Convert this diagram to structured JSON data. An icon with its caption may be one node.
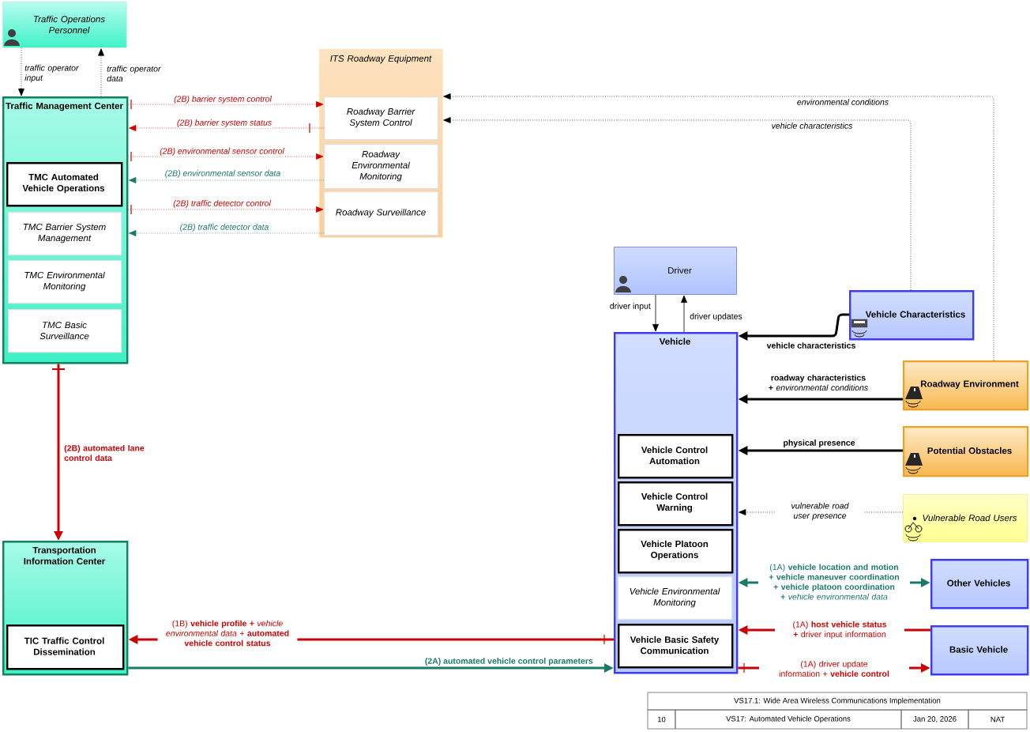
{
  "diagram": {
    "nodes": [
      {
        "text": [
          "Traffic Operations Personnel"
        ]
      },
      {
        "text": [
          "Traffic Management Center"
        ]
      },
      {
        "text": [
          "TMC Automated Vehicle Operations"
        ],
        "in": 1
      },
      {
        "text": [
          "TMC Barrier System Management"
        ],
        "in": 1
      },
      {
        "text": [
          "TMC Environmental Monitoring"
        ],
        "in": 1
      },
      {
        "text": [
          "TMC Basic Surveillance"
        ],
        "in": 1
      },
      {
        "text": [
          "ITS Roadway Equipment"
        ]
      },
      {
        "text": [
          "Roadway Barrier System Control"
        ],
        "in": 6
      },
      {
        "text": [
          "Roadway Environmental Monitoring"
        ],
        "in": 6
      },
      {
        "text": [
          "Roadway Surveillance"
        ],
        "in": 6
      },
      {
        "text": [
          "Driver"
        ]
      },
      {
        "text": [
          "Vehicle"
        ]
      },
      {
        "text": [
          "Vehicle Control Automation"
        ],
        "in": 11
      },
      {
        "text": [
          "Vehicle Control Warning"
        ],
        "in": 11
      },
      {
        "text": [
          "Vehicle Platoon Operations"
        ],
        "in": 11
      },
      {
        "text": [
          "Vehicle Environmental Monitoring"
        ],
        "in": 11
      },
      {
        "text": [
          "Vehicle Basic Safety Communication"
        ],
        "in": 11
      },
      {
        "text": [
          "Vehicle Characteristics"
        ]
      },
      {
        "text": [
          "Roadway Environment"
        ]
      },
      {
        "text": [
          "Potential Obstacles"
        ]
      },
      {
        "text": [
          "Vulnerable Road Users"
        ]
      },
      {
        "text": [
          "Other Vehicles"
        ]
      },
      {
        "text": [
          "Basic Vehicle"
        ]
      },
      {
        "text": [
          "Transportation Information Center"
        ]
      },
      {
        "text": [
          "TIC Traffic Control Dissemination"
        ],
        "in": 23
      }
    ],
    "edges": [
      {
        "from": 0,
        "to": 1,
        "arrow": "to",
        "label": "traffic operator input",
        "style": "dashed",
        "color": "#000000"
      },
      {
        "from": 1,
        "to": 0,
        "arrow": "to",
        "label": "traffic operator data",
        "style": "dashed",
        "color": "#000000"
      },
      {
        "from": 1,
        "to": 7,
        "arrow": "to",
        "label": "(2B) barrier system control",
        "style": "dashed",
        "color": "#cc0000"
      },
      {
        "from": 7,
        "to": 1,
        "arrow": "to",
        "label": "(2B) barrier system status",
        "style": "dashed",
        "color": "#cc0000"
      },
      {
        "from": 1,
        "to": 8,
        "arrow": "to",
        "label": "(2B) environmental sensor control",
        "style": "dashed",
        "color": "#cc0000"
      },
      {
        "from": 8,
        "to": 1,
        "arrow": "to",
        "label": "(2B) environmental sensor data",
        "style": "dashed",
        "color": "#1a7a6a"
      },
      {
        "from": 1,
        "to": 9,
        "arrow": "to",
        "label": "(2B) traffic detector control",
        "style": "dashed",
        "color": "#cc0000"
      },
      {
        "from": 9,
        "to": 1,
        "arrow": "to",
        "label": "(2B) traffic detector data",
        "style": "dashed",
        "color": "#1a7a6a"
      },
      {
        "from": 18,
        "to": 6,
        "arrow": "to",
        "label": "environmental conditions",
        "style": "dashed",
        "color": "#000000"
      },
      {
        "from": 17,
        "to": 6,
        "arrow": "to",
        "label": "vehicle characteristics",
        "style": "dashed",
        "color": "#000000"
      },
      {
        "from": 10,
        "to": 11,
        "arrow": "to",
        "label": "driver input",
        "color": "#000000"
      },
      {
        "from": 11,
        "to": 10,
        "arrow": "to",
        "label": "driver updates",
        "color": "#000000"
      },
      {
        "from": 17,
        "to": 11,
        "arrow": "to",
        "label": "vehicle characteristics",
        "style": "thick",
        "color": "#000000"
      },
      {
        "from": 18,
        "to": 11,
        "arrow": "to",
        "label": "**roadway characteristics +** *environmental conditions*",
        "style": "thick",
        "color": "#000000"
      },
      {
        "from": 19,
        "to": 11,
        "arrow": "to",
        "label": "physical presence",
        "style": "thick",
        "color": "#000000"
      },
      {
        "from": 20,
        "to": 11,
        "arrow": "to",
        "label": "vulnerable road user presence",
        "style": "dashed",
        "color": "#000000"
      },
      {
        "from": 11,
        "to": 21,
        "arrow": "both",
        "label": "(1A) **vehicle location and motion + vehicle maneuver coordination + vehicle platoon coordination +** *vehicle environmental data*",
        "style": "thick",
        "color": "#1a7a6a"
      },
      {
        "from": 22,
        "to": 11,
        "arrow": "to",
        "label": "(1A) **host vehicle status +** driver input information",
        "style": "thick",
        "color": "#cc0000"
      },
      {
        "from": 11,
        "to": 22,
        "arrow": "to",
        "label": "(1A) driver update information + **vehicle control**",
        "style": "thick",
        "color": "#cc0000"
      },
      {
        "from": 1,
        "to": 23,
        "arrow": "to",
        "label": "(2B) automated lane control data",
        "style": "thick",
        "color": "#cc0000"
      },
      {
        "from": 11,
        "to": 23,
        "arrow": "to",
        "label": "(1B) **vehicle profile +** *vehicle environmental data +* **automated vehicle control status**",
        "style": "thick",
        "color": "#cc0000"
      },
      {
        "from": 23,
        "to": 11,
        "arrow": "to",
        "label": "(2A) automated vehicle control parameters",
        "style": "thick",
        "color": "#1a7a6a"
      }
    ],
    "labels": [
      "VS17.1: Wide Area Wireless Communications Implementation",
      "10",
      "VS17: Automated Vehicle Operations",
      "Jan 20, 2026",
      "NAT"
    ]
  }
}
